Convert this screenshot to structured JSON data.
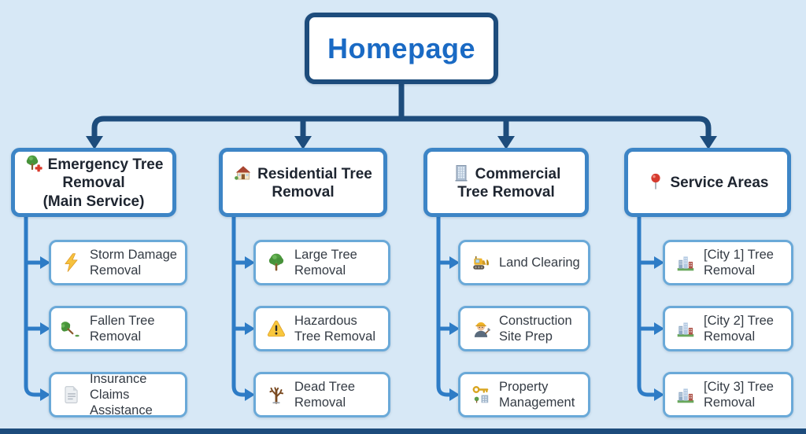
{
  "palette": {
    "background": "#d7e8f6",
    "trunk_connector": "#1d4c7c",
    "sub_connector": "#2e7cc6",
    "root_border": "#1d4c7c",
    "root_text": "#1a6ac4",
    "branch_border": "#3d85c6",
    "sub_border": "#6aa9d8",
    "node_background": "#ffffff"
  },
  "root": {
    "title": "Homepage"
  },
  "columns": [
    {
      "title": "Emergency Tree Removal\n(Main Service)",
      "icon": "emergency-tree-icon",
      "children": [
        {
          "label": "Storm Damage\nRemoval",
          "icon": "lightning-icon"
        },
        {
          "label": "Fallen Tree\nRemoval",
          "icon": "fallen-tree-icon"
        },
        {
          "label": "Insurance Claims\nAssistance",
          "icon": "document-icon"
        }
      ]
    },
    {
      "title": "Residential Tree\nRemoval",
      "icon": "house-icon",
      "children": [
        {
          "label": "Large Tree\nRemoval",
          "icon": "tree-icon"
        },
        {
          "label": "Hazardous\nTree Removal",
          "icon": "warning-icon"
        },
        {
          "label": "Dead Tree\nRemoval",
          "icon": "dead-tree-icon"
        }
      ]
    },
    {
      "title": "Commercial\nTree Removal",
      "icon": "office-building-icon",
      "children": [
        {
          "label": "Land Clearing",
          "icon": "bulldozer-icon"
        },
        {
          "label": "Construction\nSite Prep",
          "icon": "construction-worker-icon"
        },
        {
          "label": "Property\nManagement",
          "icon": "key-building-icon"
        }
      ]
    },
    {
      "title": "Service Areas",
      "icon": "pushpin-icon",
      "children": [
        {
          "label": "[City 1] Tree\nRemoval",
          "icon": "cityscape-icon"
        },
        {
          "label": "[City 2] Tree\nRemoval",
          "icon": "cityscape-icon"
        },
        {
          "label": "[City 3] Tree\nRemoval",
          "icon": "cityscape-icon"
        }
      ]
    }
  ]
}
